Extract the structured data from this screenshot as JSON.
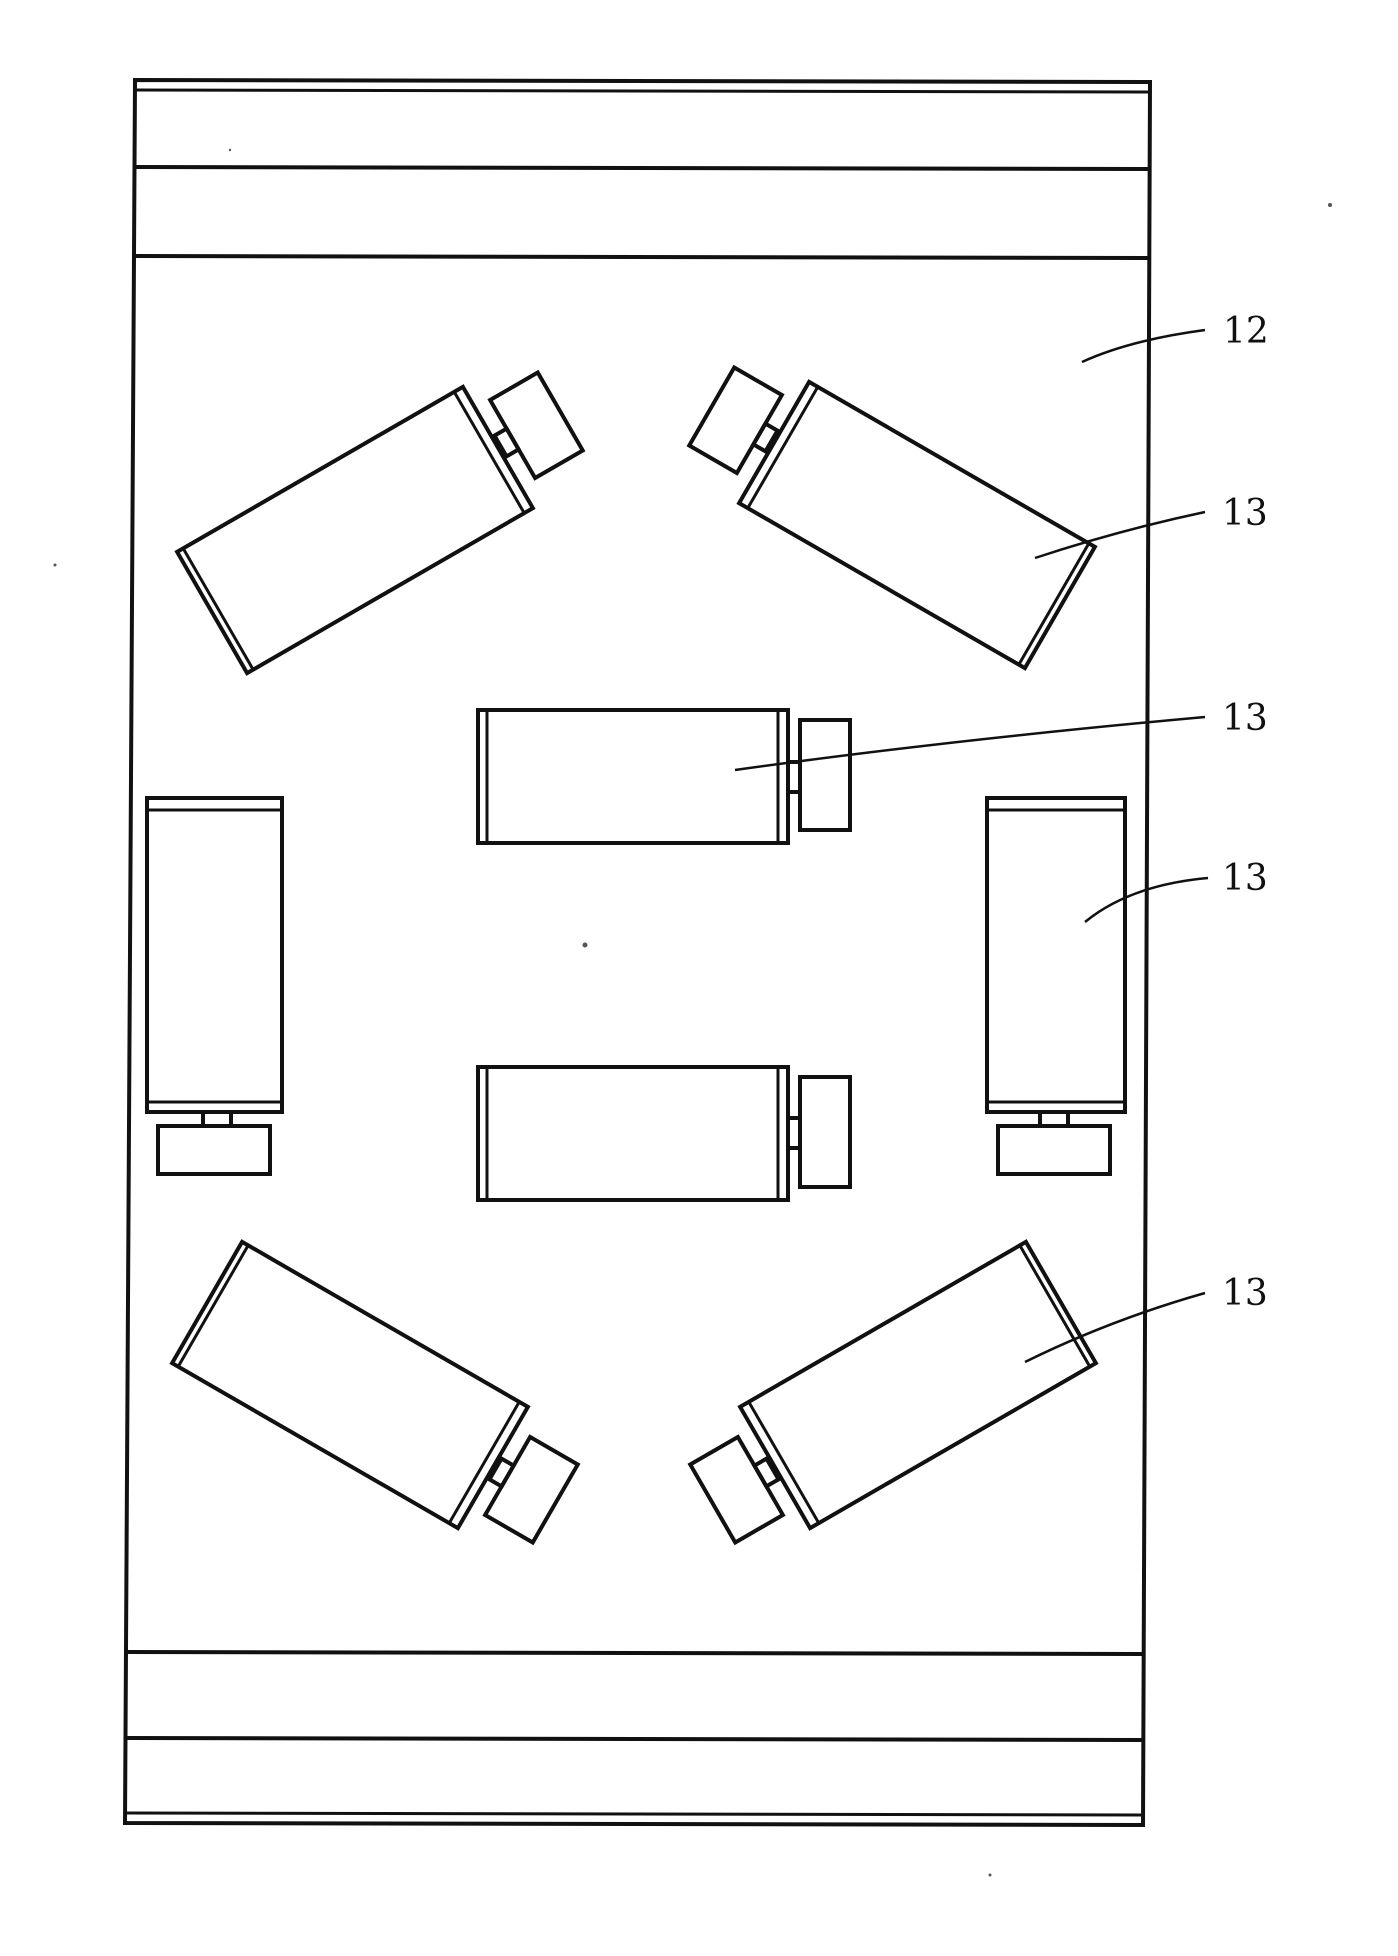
{
  "diagram": {
    "reference_numerals": {
      "base_plate": "12",
      "unit_a": "13",
      "unit_b": "13",
      "unit_c": "13",
      "unit_d": "13"
    }
  }
}
